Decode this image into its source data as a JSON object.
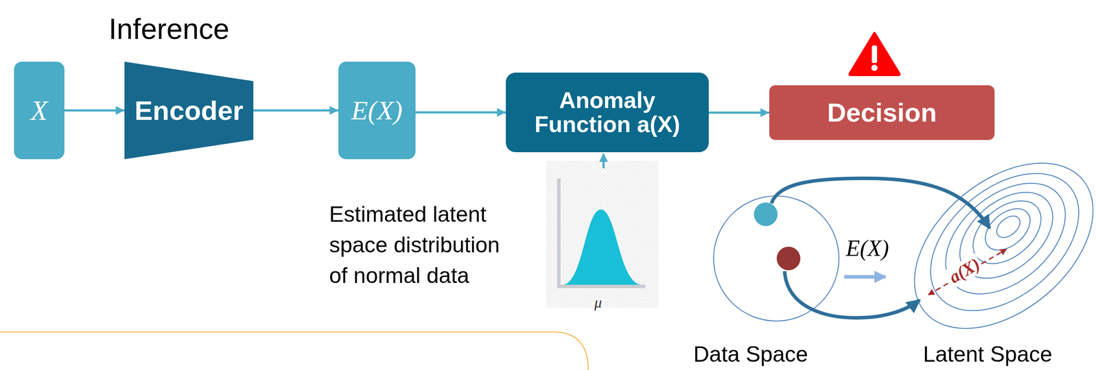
{
  "diagram": {
    "title": "Inference",
    "nodes": [
      {
        "text": [
          "X"
        ]
      },
      {
        "text": [
          "Encoder"
        ]
      },
      {
        "text": [
          "E(X)"
        ]
      },
      {
        "text": [
          "Anomaly Function a(X)"
        ]
      },
      {
        "text": [
          "Decision"
        ]
      }
    ],
    "edges": [
      {
        "from": 0,
        "to": 1,
        "arrow": "to"
      },
      {
        "from": 1,
        "to": 2,
        "arrow": "to"
      },
      {
        "from": 2,
        "to": 3,
        "arrow": "to"
      },
      {
        "from": 3,
        "to": 4,
        "arrow": "to"
      }
    ],
    "labels": [
      "Estimated latent space distribution of normal data",
      "μ",
      "E(X)",
      "a(X)",
      "Data Space",
      "Latent Space"
    ]
  }
}
